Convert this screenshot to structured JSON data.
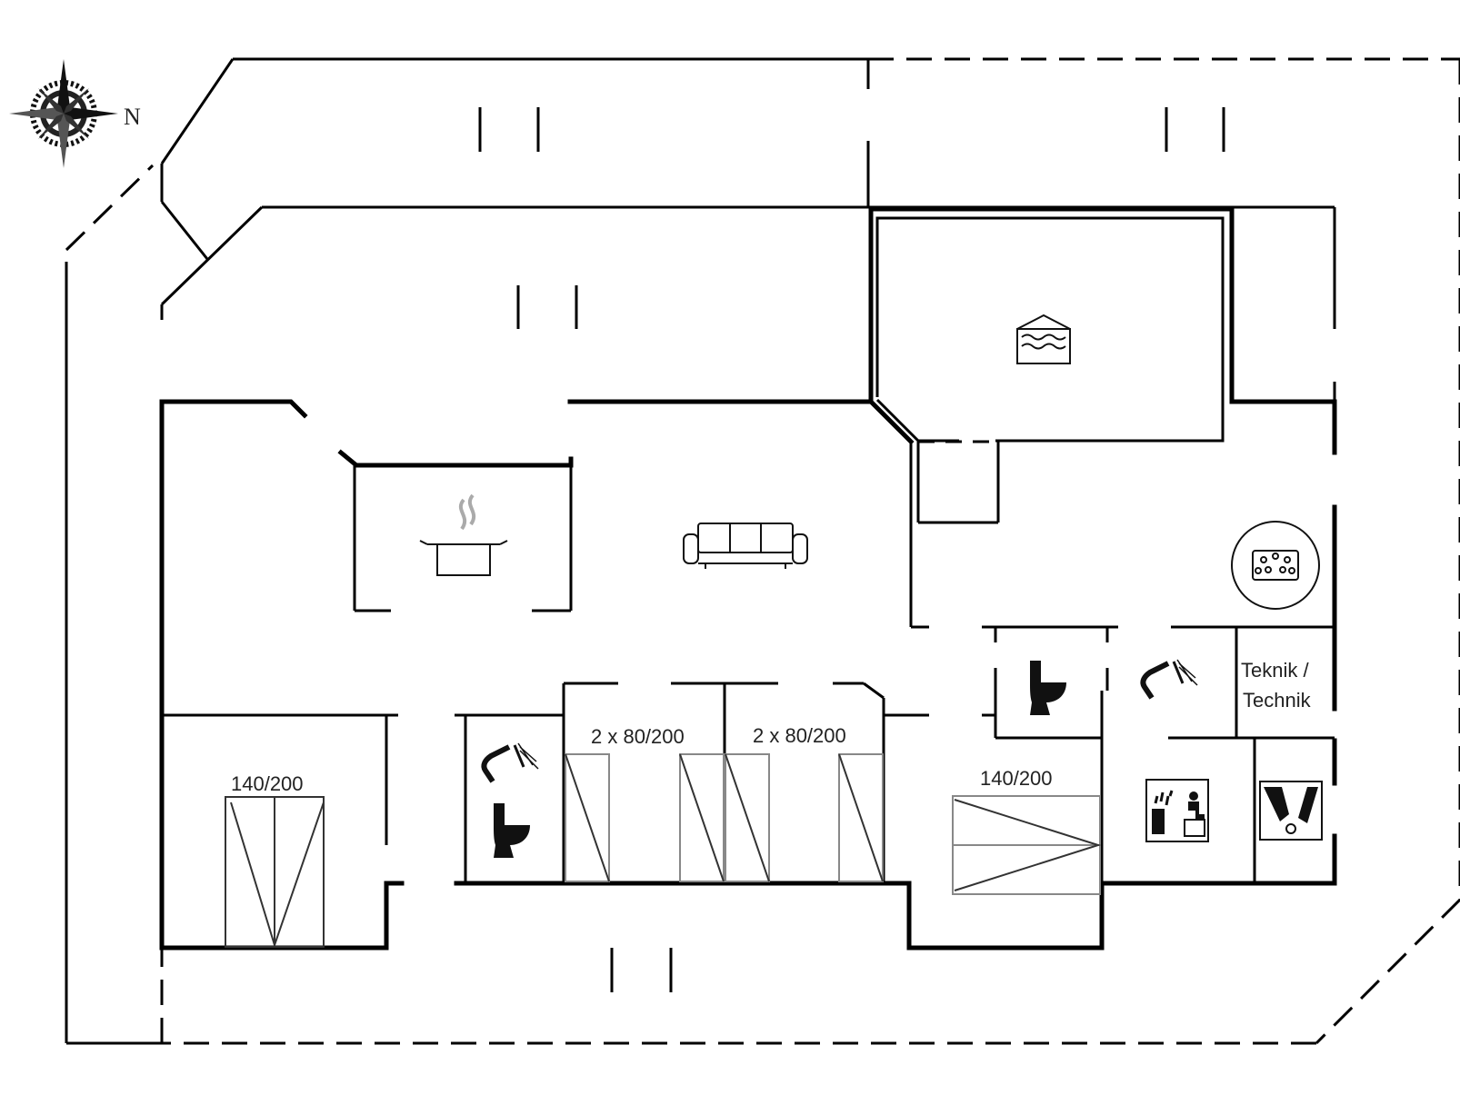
{
  "compass": {
    "north_label": "N"
  },
  "rooms": {
    "bedroom_left": {
      "bed_label": "140/200"
    },
    "bedroom_mid1": {
      "bed_label": "2 x 80/200"
    },
    "bedroom_mid2": {
      "bed_label": "2 x 80/200"
    },
    "bedroom_right": {
      "bed_label": "140/200"
    },
    "technical_room": {
      "label_line1": "Teknik /",
      "label_line2": "Technik"
    }
  },
  "icons": {
    "pool": "pool-icon",
    "kitchen": "cooking-pot-icon",
    "living": "sofa-icon",
    "spa": "whirlpool-icon",
    "toilet": "toilet-icon",
    "shower": "shower-icon",
    "sauna": "sauna-icon",
    "laundry": "washer-icon"
  }
}
